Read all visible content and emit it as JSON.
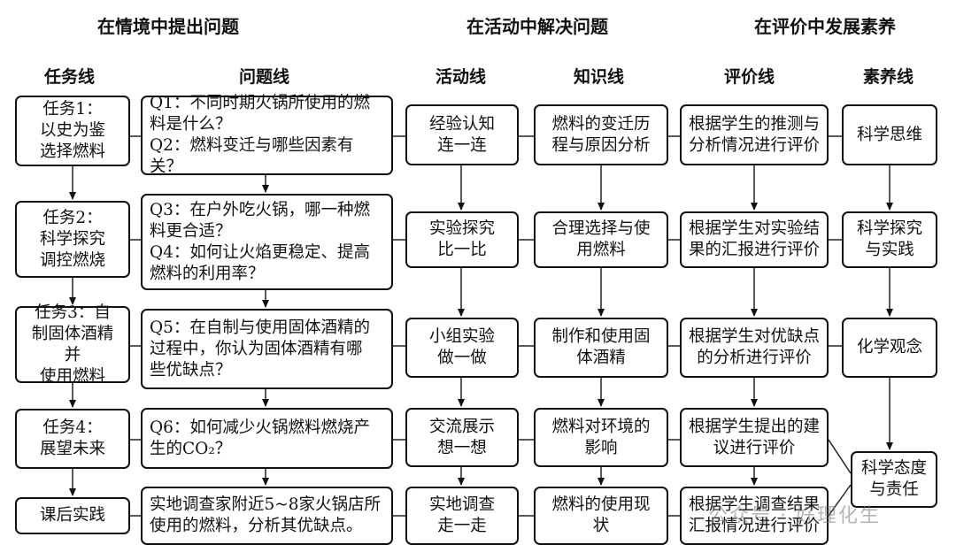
{
  "headers": {
    "situation": "在情境中提出问题",
    "activity": "在活动中解决问题",
    "evaluation": "在评价中发展素养"
  },
  "columns": [
    "任务线",
    "问题线",
    "活动线",
    "知识线",
    "评价线",
    "素养线"
  ],
  "tasks": [
    "任务1：\n以史为鉴\n选择燃料",
    "任务2：\n科学探究\n调控燃烧",
    "任务3：自\n制固体酒精并\n使用燃料",
    "任务4：\n展望未来",
    "课后实践"
  ],
  "questions": [
    "Q1：不同时期火锅所使用的燃\n料是什么？\nQ2：燃料变迁与哪些因素有关？",
    "Q3：在户外吃火锅，哪一种燃\n料更合适？\nQ4：如何让火焰更稳定、提高\n燃料的利用率？",
    "Q5：在自制与使用固体酒精的\n过程中，你认为固体酒精有哪\n些优缺点？",
    "Q6：如何减少火锅燃料燃烧产\n生的CO₂？",
    "实地调查家附近5~8家火锅店所\n使用的燃料，分析其优缺点。"
  ],
  "activities": [
    "经验认知\n连一连",
    "实验探究\n比一比",
    "小组实验\n做一做",
    "交流展示\n想一想",
    "实地调查\n走一走"
  ],
  "knowledge": [
    "燃料的变迁历\n程与原因分析",
    "合理选择与使\n用燃料",
    "制作和使用固\n体酒精",
    "燃料对环境的\n影响",
    "燃料的使用现\n状"
  ],
  "evaluations": [
    "根据学生的推测与\n分析情况进行评价",
    "根据学生对实验结\n果的汇报进行评价",
    "根据学生对优缺点\n的分析进行评价",
    "根据学生提出的建\n议进行评价",
    "根据学生调查结果\n汇报情况进行评价"
  ],
  "literacy": [
    "科学思维",
    "科学探究\n与实践",
    "化学观念",
    "科学态度\n与责任"
  ],
  "watermark": "公众号 · 好理化生"
}
